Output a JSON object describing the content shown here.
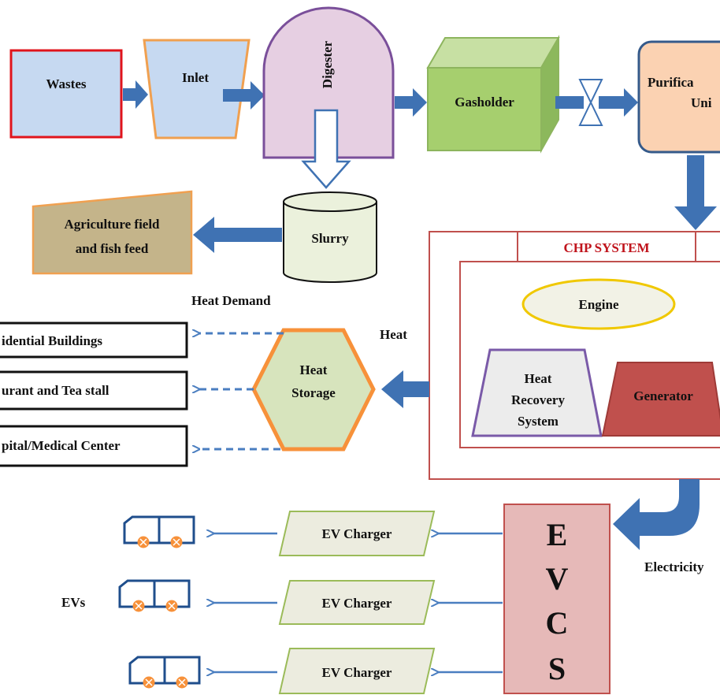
{
  "nodes": {
    "wastes": "Wastes",
    "inlet": "Inlet",
    "digester": "Digester",
    "gasholder": "Gasholder",
    "purification_line1": "Purifica",
    "purification_line2": "Uni",
    "slurry": "Slurry",
    "agriculture_line1": "Agriculture field",
    "agriculture_line2": "and fish feed",
    "chp_title": "CHP SYSTEM",
    "engine": "Engine",
    "heat_recovery_line1": "Heat",
    "heat_recovery_line2": "Recovery",
    "heat_recovery_line3": "System",
    "generator": "Generator",
    "heat_storage_line1": "Heat",
    "heat_storage_line2": "Storage",
    "residential": "idential Buildings",
    "restaurant": "urant and Tea stall",
    "hospital": "pital/Medical Center",
    "evcs_letters": [
      "E",
      "V",
      "C",
      "S"
    ],
    "ev_chargers": [
      "EV Charger",
      "EV Charger",
      "EV Charger"
    ],
    "evs": "EVs"
  },
  "labels": {
    "heat_demand": "Heat Demand",
    "heat": "Heat",
    "electricity": "Electricity"
  },
  "colors": {
    "arrow_blue": "#3f72b3",
    "dashed_blue": "#4a7ec0",
    "wastes_fill": "#c6d9f1",
    "wastes_border": "#e0141c",
    "inlet_fill": "#c6d9f1",
    "inlet_border": "#f0a050",
    "digester_fill": "#e6cfe2",
    "digester_border": "#7a4f9a",
    "gasholder_fill": "#a6cf6e",
    "purification_fill": "#fbd2b2",
    "purification_border": "#355a8a",
    "agriculture_fill": "#c4b48a",
    "chp_border": "#c0504d",
    "chp_title_color": "#c0141c",
    "engine_fill": "#f2f2e6",
    "engine_border": "#f0c800",
    "recovery_fill": "#ececec",
    "recovery_border": "#7a5aa8",
    "generator_fill": "#c0504d",
    "storage_fill": "#d7e4bd",
    "storage_border": "#f7913a",
    "evcs_fill": "#e6b9b8",
    "charger_fill": "#ececdf",
    "charger_border": "#9bbb59",
    "wheel_fill": "#f7913a"
  }
}
